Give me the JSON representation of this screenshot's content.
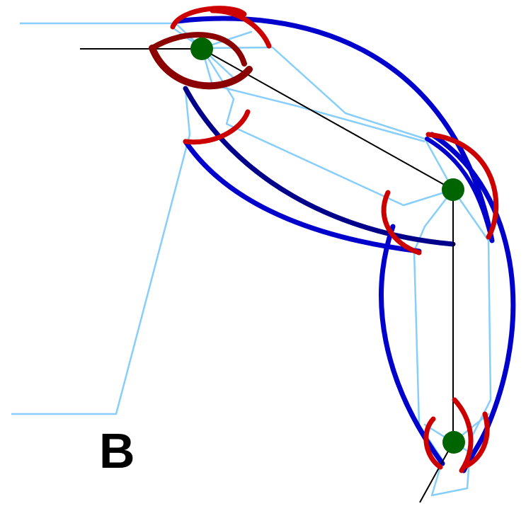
{
  "panel_label": "B",
  "colors": {
    "background": "#ffffff",
    "outline": "#87cefa",
    "midline": "#000000",
    "arc_blue": "#0000cd",
    "arc_darkblue": "#00008b",
    "arc_red": "#cc0000",
    "arc_darkred": "#8b0000",
    "node": "#006400"
  },
  "nodes": [
    {
      "id": "node-top"
    },
    {
      "id": "node-middle"
    },
    {
      "id": "node-bottom"
    }
  ]
}
